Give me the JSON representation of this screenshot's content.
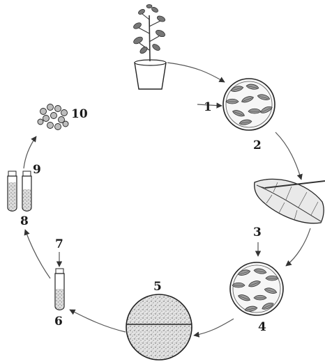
{
  "labels": {
    "n1": "1",
    "n2": "2",
    "n3": "3",
    "n4": "4",
    "n5": "5",
    "n6": "6",
    "n7": "7",
    "n8": "8",
    "n9": "9",
    "n10": "10"
  },
  "colors": {
    "ink": "#1a1a1a",
    "line": "#444444",
    "fill_gray": "#d6d6d6",
    "background": "#ffffff"
  },
  "icons": [
    "potted-plant-icon",
    "petri-dish-icon",
    "leaf-icon",
    "stippled-culture-dish-icon",
    "test-tube-icon",
    "cell-cluster-icon"
  ]
}
